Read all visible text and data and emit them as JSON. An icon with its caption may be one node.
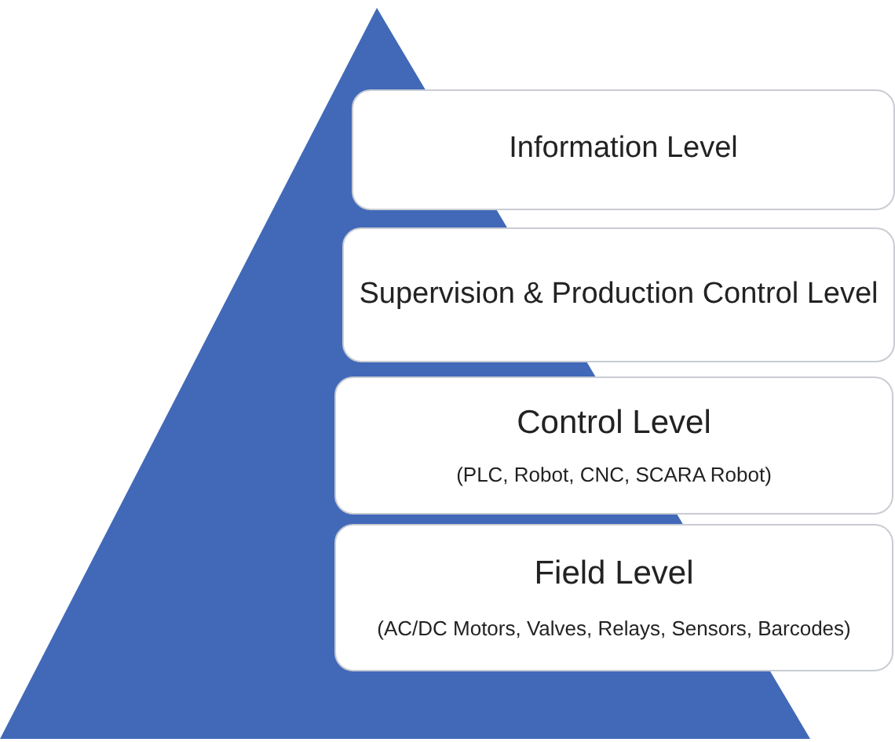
{
  "diagram": {
    "nodes": [
      {
        "text": [
          "Information Level"
        ]
      },
      {
        "text": [
          "Supervision & Production Control Level"
        ]
      },
      {
        "text": [
          "Control Level",
          "(PLC, Robot, CNC, SCARA Robot)"
        ]
      },
      {
        "text": [
          "Field Level",
          "(AC/DC Motors, Valves, Relays, Sensors, Barcodes)"
        ]
      }
    ]
  }
}
